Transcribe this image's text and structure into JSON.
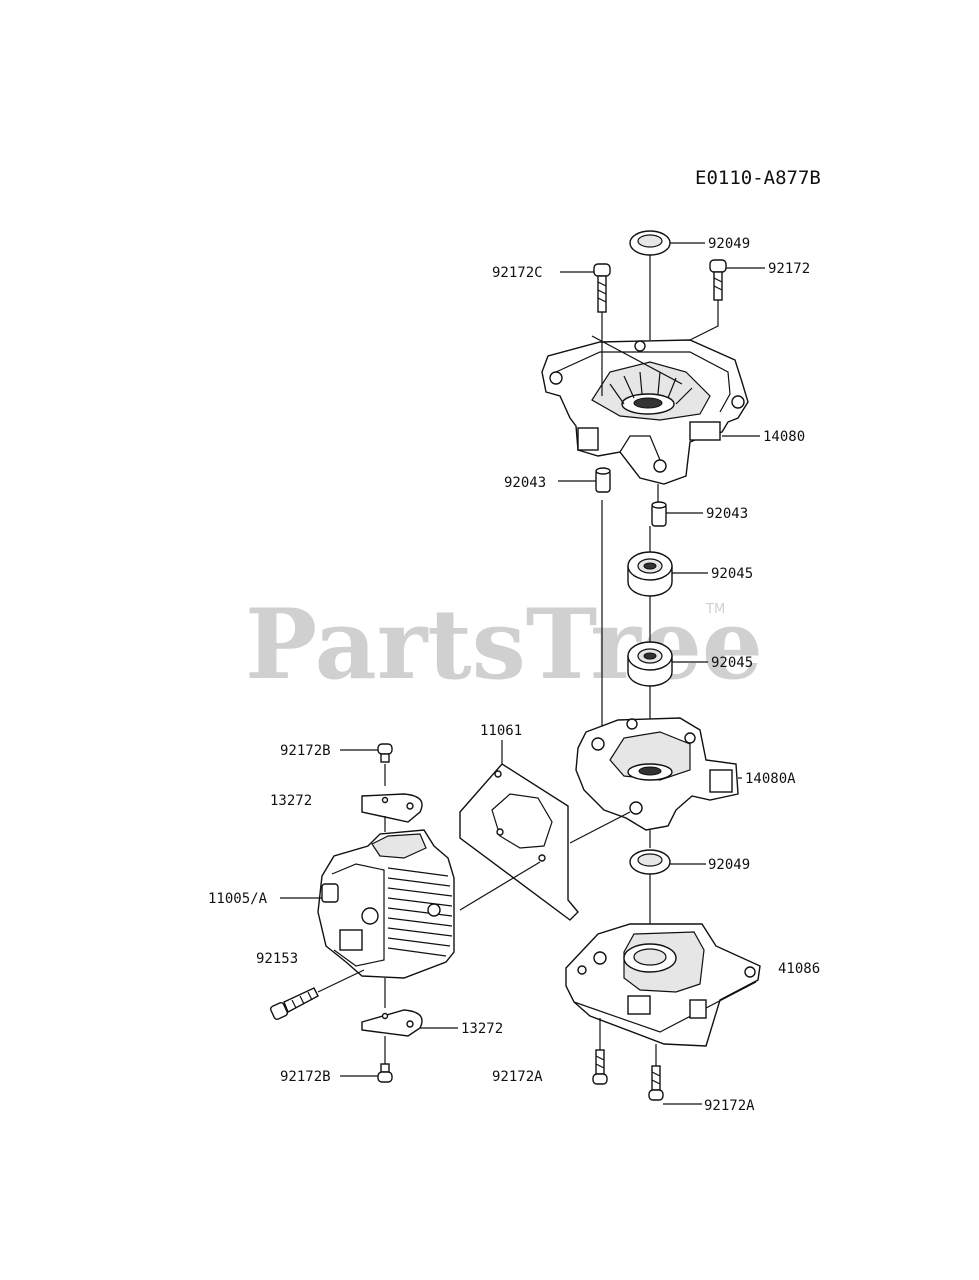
{
  "diagram": {
    "code": "E0110-A877B",
    "watermark": "PartsTree",
    "trademark": "TM",
    "callouts": {
      "p92049_top": "92049",
      "p92172C": "92172C",
      "p92172": "92172",
      "p14080": "14080",
      "p92043_left": "92043",
      "p92043_right": "92043",
      "p92045_top": "92045",
      "p92045_bottom": "92045",
      "p11061": "11061",
      "p14080A": "14080A",
      "p92172B_top": "92172B",
      "p13272_top": "13272",
      "p11005A": "11005/A",
      "p92049_bottom": "92049",
      "p92153": "92153",
      "p41086": "41086",
      "p13272_bottom": "13272",
      "p92172B_bottom": "92172B",
      "p92172A_left": "92172A",
      "p92172A_right": "92172A"
    }
  }
}
